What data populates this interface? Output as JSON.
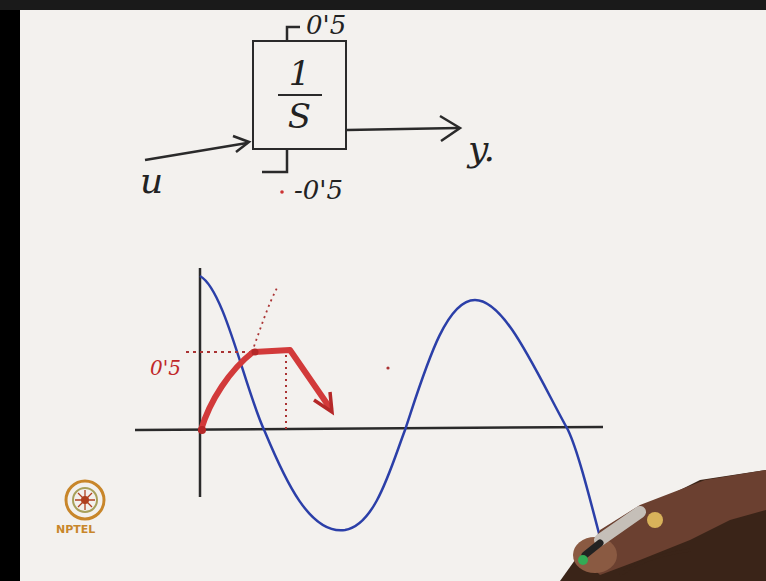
{
  "diagram": {
    "nodes": [
      {
        "text": [
          "1",
          "S"
        ]
      }
    ],
    "labels": [
      "0'5",
      "-0'5",
      "u",
      "y.",
      "0'5",
      "NPTEL"
    ]
  }
}
